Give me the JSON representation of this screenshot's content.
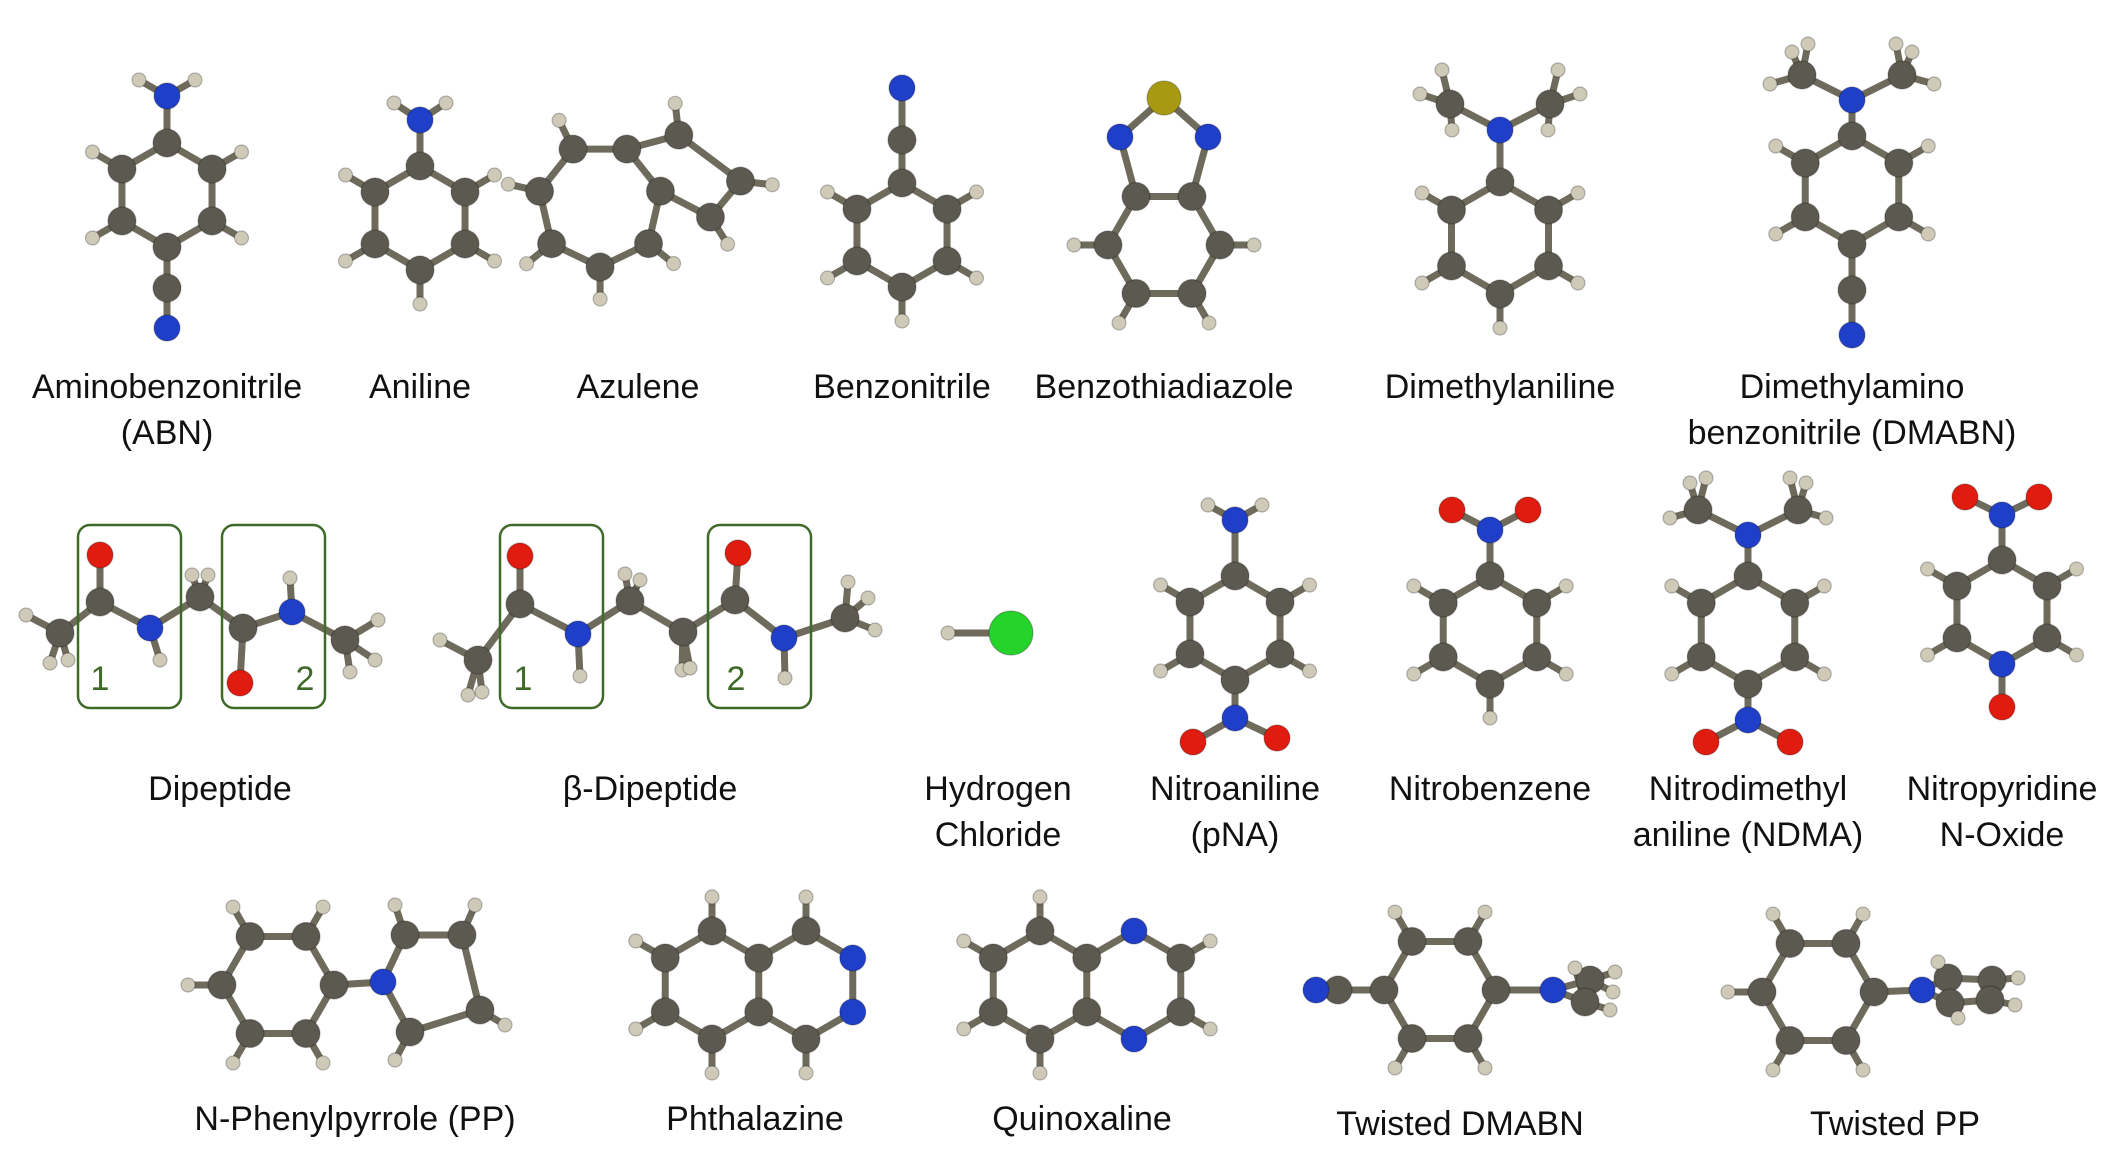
{
  "colors": {
    "carbon": "#5c5950",
    "hydrogen": "#cfc9b8",
    "nitrogen": "#1f3fc8",
    "oxygen": "#e01b10",
    "sulfur": "#a79a12",
    "chlorine": "#25d32a",
    "bond": "#6e6a5c",
    "box": "#3f6b2a",
    "text": "#111111"
  },
  "molecules": [
    {
      "id": "abn",
      "label_lines": [
        "Aminobenzonitrile",
        "(ABN)"
      ]
    },
    {
      "id": "aniline",
      "label_lines": [
        "Aniline"
      ]
    },
    {
      "id": "azulene",
      "label_lines": [
        "Azulene"
      ]
    },
    {
      "id": "benzonitrile",
      "label_lines": [
        "Benzonitrile"
      ]
    },
    {
      "id": "benzothiadiazole",
      "label_lines": [
        "Benzothiadiazole"
      ]
    },
    {
      "id": "dimethylaniline",
      "label_lines": [
        "Dimethylaniline"
      ]
    },
    {
      "id": "dmabn",
      "label_lines": [
        "Dimethylamino",
        "benzonitrile (DMABN)"
      ]
    },
    {
      "id": "dipeptide",
      "label_lines": [
        "Dipeptide"
      ],
      "box_labels": [
        "1",
        "2"
      ]
    },
    {
      "id": "beta_dipeptide",
      "label_lines": [
        "β-Dipeptide"
      ],
      "box_labels": [
        "1",
        "2"
      ]
    },
    {
      "id": "hcl",
      "label_lines": [
        "Hydrogen",
        "Chloride"
      ]
    },
    {
      "id": "pna",
      "label_lines": [
        "Nitroaniline",
        "(pNA)"
      ]
    },
    {
      "id": "nitrobenzene",
      "label_lines": [
        "Nitrobenzene"
      ]
    },
    {
      "id": "ndma",
      "label_lines": [
        "Nitrodimethyl",
        "aniline (NDMA)"
      ]
    },
    {
      "id": "npo",
      "label_lines": [
        "Nitropyridine",
        "N-Oxide"
      ]
    },
    {
      "id": "pp",
      "label_lines": [
        "N-Phenylpyrrole (PP)"
      ]
    },
    {
      "id": "phthalazine",
      "label_lines": [
        "Phthalazine"
      ]
    },
    {
      "id": "quinoxaline",
      "label_lines": [
        "Quinoxaline"
      ]
    },
    {
      "id": "twisted_dmabn",
      "label_lines": [
        "Twisted DMABN"
      ]
    },
    {
      "id": "twisted_pp",
      "label_lines": [
        "Twisted PP"
      ]
    }
  ]
}
